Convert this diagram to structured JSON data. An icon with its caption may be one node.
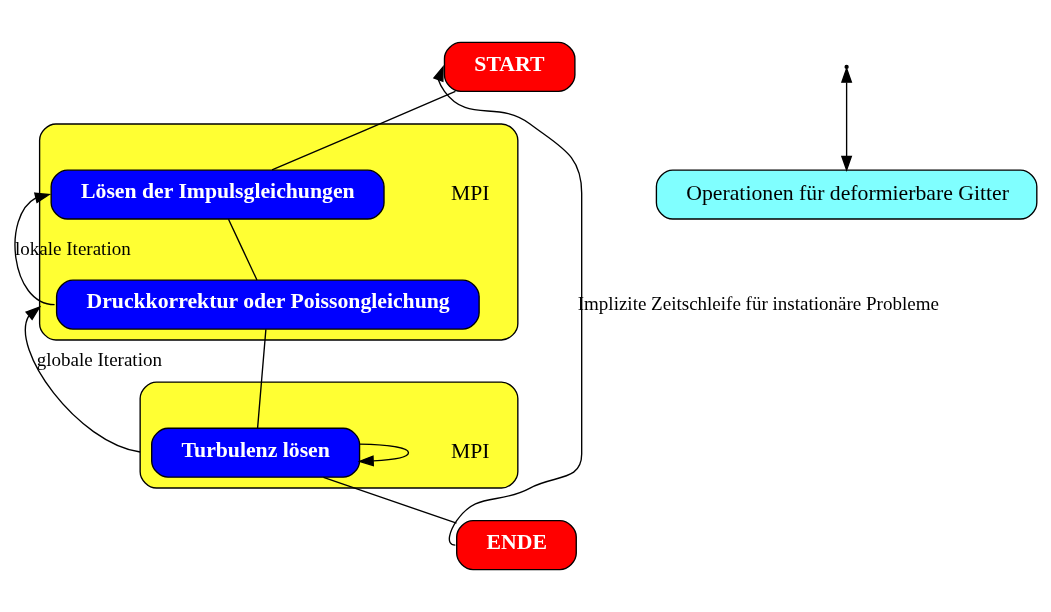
{
  "diagram": {
    "nodes": [
      {
        "text": [
          "START"
        ]
      },
      {
        "text": [
          "Operationen für deformierbare Gitter"
        ]
      },
      {
        "text": [],
        "shape": "box",
        "beside": [
          "MPI"
        ]
      },
      {
        "text": [
          "Lösen der Impulsgleichungen"
        ],
        "in": 2
      },
      {
        "text": [
          "Druckkorrektur oder Poissongleichung"
        ],
        "in": 2
      },
      {
        "text": [],
        "shape": "box",
        "beside": [
          "MPI"
        ]
      },
      {
        "text": [
          "Turbulenz lösen"
        ],
        "in": 5
      },
      {
        "text": [
          "ENDE"
        ]
      }
    ],
    "edges": [
      {
        "from": 0,
        "to": 3,
        "arrow": "none"
      },
      {
        "from": null,
        "to": 1,
        "arrow": "both"
      },
      {
        "from": 3,
        "to": 4,
        "arrow": "none"
      },
      {
        "from": 4,
        "to": 6,
        "arrow": "none"
      },
      {
        "from": 6,
        "to": 7,
        "arrow": "none"
      },
      {
        "from": 4,
        "to": 3,
        "arrow": "to",
        "label": "lokale Iteration"
      },
      {
        "from": 6,
        "to": 6,
        "arrow": "to"
      },
      {
        "from": 5,
        "to": 2,
        "arrow": "to",
        "label": "globale Iteration"
      },
      {
        "from": 7,
        "to": 0,
        "arrow": "to",
        "label": "Implizite Zeitschleife für instationäre Probleme"
      }
    ]
  }
}
